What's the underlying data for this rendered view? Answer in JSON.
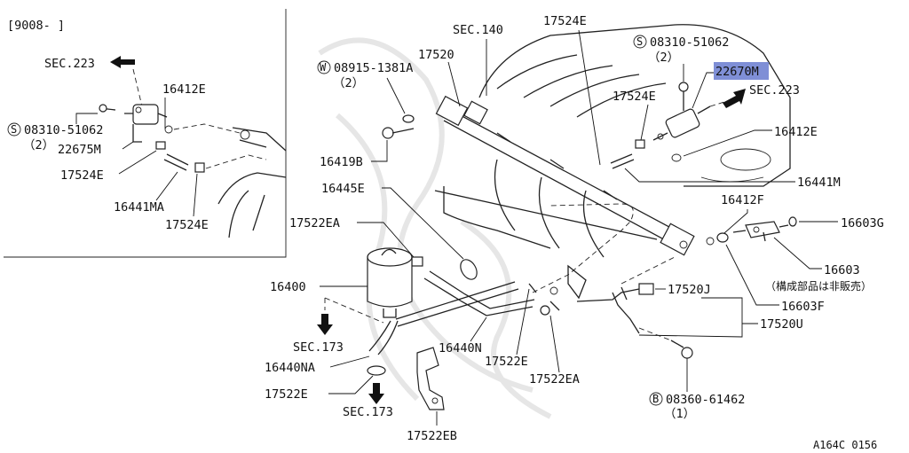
{
  "colors": {
    "highlight": "#7f8fd6",
    "ink": "#111111"
  },
  "inset": {
    "date_code": "[9008-   ]",
    "sec_223": "SEC.223",
    "p_16412E": "16412E",
    "bolt_code": "08310-51062",
    "bolt_symbol": "S",
    "bolt_qty": "（2）",
    "p_22675M": "22675M",
    "p_17524E_a": "17524E",
    "p_16441MA": "16441MA",
    "p_17524E_b": "17524E"
  },
  "main": {
    "sec_140": "SEC.140",
    "p_17524E_top": "17524E",
    "bolt_top_symbol": "S",
    "bolt_top_code": "08310-51062",
    "bolt_top_qty": "（2）",
    "p_17520": "17520",
    "washer_symbol": "W",
    "washer_code": "08915-1381A",
    "washer_qty": "（2）",
    "p_22670M": "22670M",
    "sec_223": "SEC.223",
    "p_17524E_mid": "17524E",
    "p_16412E": "16412E",
    "p_16419B": "16419B",
    "p_16441M": "16441M",
    "p_16445E": "16445E",
    "p_16412F": "16412F",
    "p_17522EA_top": "17522EA",
    "p_16603G": "16603G",
    "p_16603": "16603",
    "note_not_sold": "（構成部品は非販売）",
    "p_16400": "16400",
    "p_17520J": "17520J",
    "p_16603F": "16603F",
    "p_17520U": "17520U",
    "sec_173_a": "SEC.173",
    "p_16440N": "16440N",
    "p_16440NA": "16440NA",
    "p_17522E_mid": "17522E",
    "p_17522EA_bot": "17522EA",
    "p_17522E_bot": "17522E",
    "sec_173_b": "SEC.173",
    "bolt_bot_symbol": "B",
    "bolt_bot_code": "08360-61462",
    "bolt_bot_qty": "（1）",
    "p_17522EB": "17522EB",
    "figure_code": "A164C 0156"
  }
}
